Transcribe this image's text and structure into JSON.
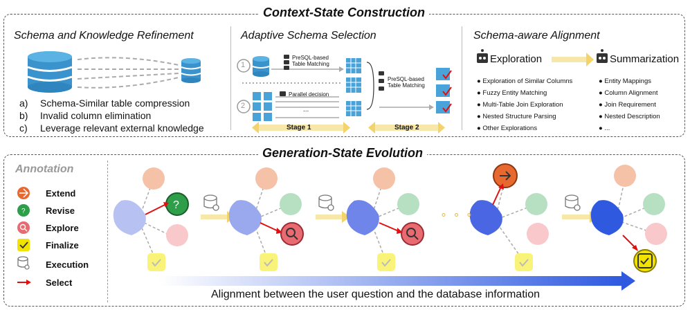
{
  "context": {
    "title": "Context-State Construction",
    "refinement": {
      "title": "Schema and Knowledge Refinement",
      "items": [
        {
          "marker": "a)",
          "text": "Schema-Similar table compression"
        },
        {
          "marker": "b)",
          "text": "Invalid column elimination"
        },
        {
          "marker": "c)",
          "text": "Leverage relevant external knowledge"
        }
      ]
    },
    "selection": {
      "title": "Adaptive Schema Selection",
      "step1": "1",
      "step2": "2",
      "presql_label": "PreSQL-based\nTable Matching",
      "parallel_label": "Parallel decision",
      "presql_label2": "PreSQL-based\nTable Matching",
      "ellipsis": "...",
      "stage1": "Stage 1",
      "stage2": "Stage 2"
    },
    "alignment": {
      "title": "Schema-aware Alignment",
      "exploration": "Exploration",
      "summarization": "Summarization",
      "exploration_items": [
        "Exploration of Similar Columns",
        "Fuzzy Entity Matching",
        "Multi-Table Join Exploration",
        "Nested Structure Parsing",
        "Other Explorations"
      ],
      "summarization_items": [
        "Entity Mappings",
        "Column Alignment",
        "Join Requirement",
        "Nested Description",
        "..."
      ]
    }
  },
  "generation": {
    "title": "Generation-State Evolution",
    "annotation_title": "Annotation",
    "legend": [
      {
        "label": "Extend",
        "icon": "extend-icon",
        "color": "#e8692f"
      },
      {
        "label": "Revise",
        "icon": "revise-icon",
        "color": "#2e9e4a"
      },
      {
        "label": "Explore",
        "icon": "explore-icon",
        "color": "#e86b72"
      },
      {
        "label": "Finalize",
        "icon": "finalize-icon",
        "color": "#f2e200"
      },
      {
        "label": "Execution",
        "icon": "execution-icon",
        "color": "#777777"
      },
      {
        "label": "Select",
        "icon": "select-arrow-icon",
        "color": "#e01010"
      }
    ],
    "dots": "∘ ∘ ∘",
    "bottom_caption": "Alignment between the user question and the database information"
  },
  "colors": {
    "extend": "#e8692f",
    "revise": "#2e9e4a",
    "explore": "#e86b72",
    "finalize": "#f2e200",
    "whale": "#3d5ce0",
    "select": "#e01010"
  }
}
